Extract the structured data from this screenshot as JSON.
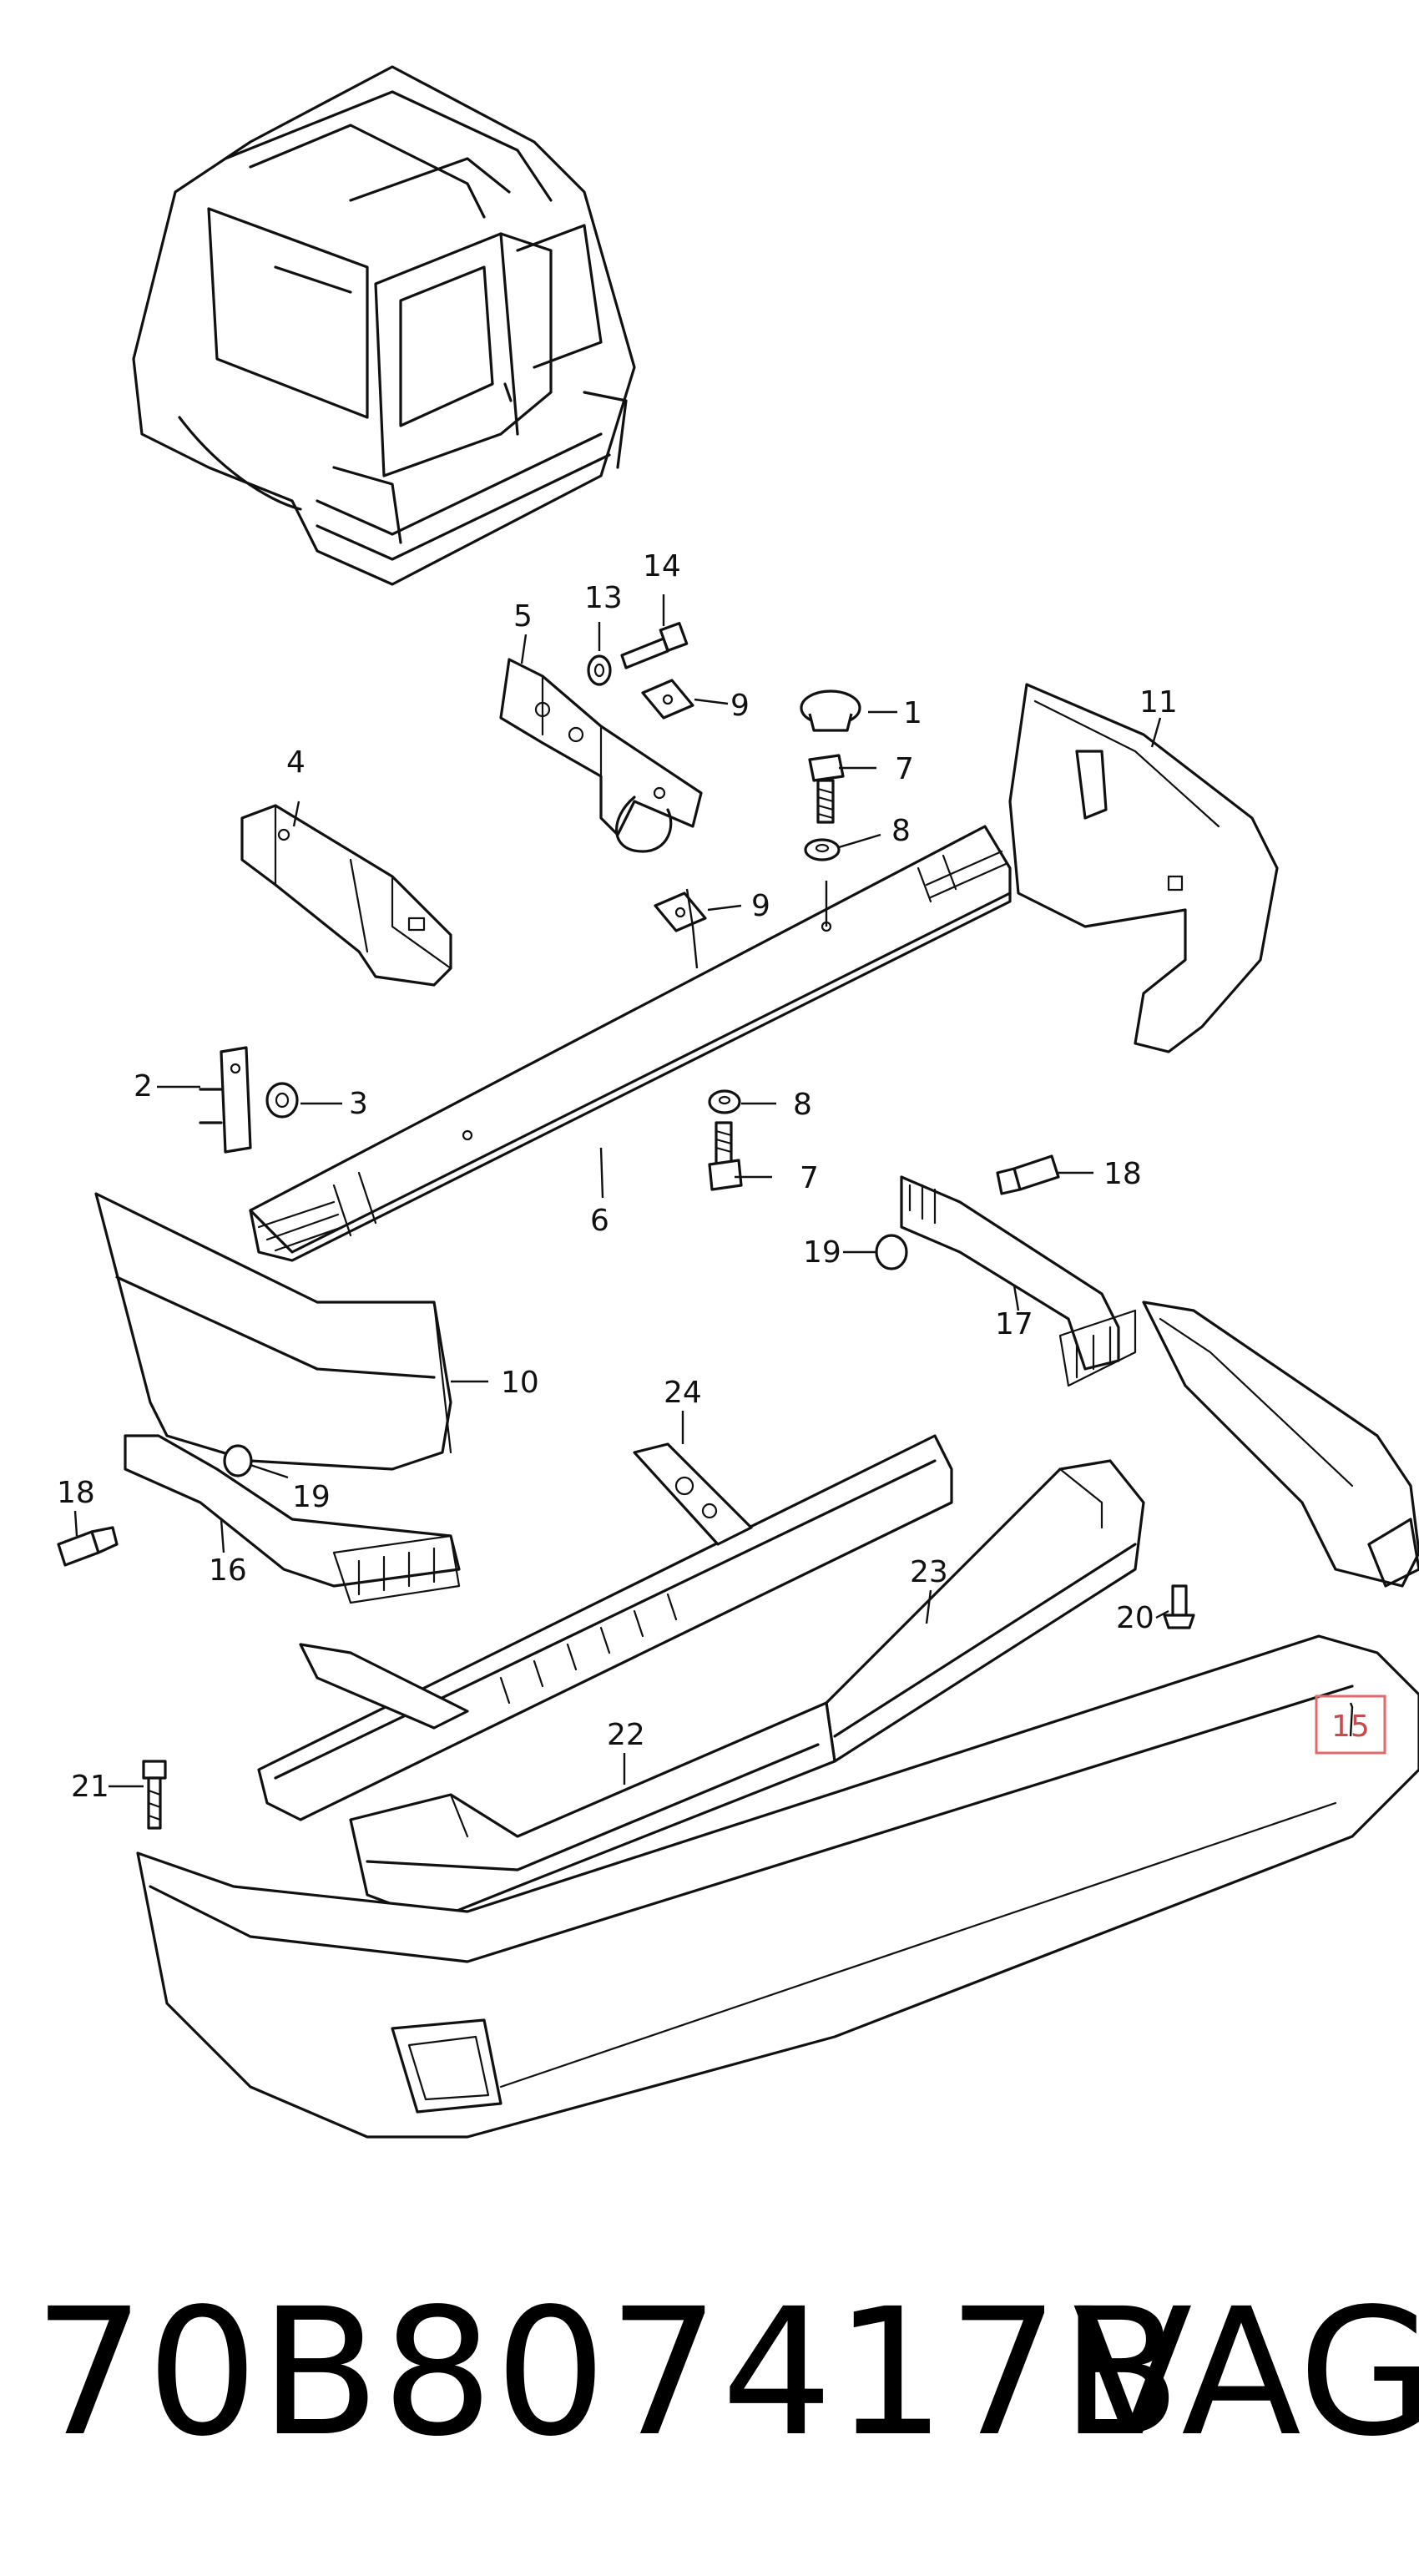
{
  "diagram": {
    "callouts": [
      {
        "id": "1",
        "label": "1"
      },
      {
        "id": "2",
        "label": "2"
      },
      {
        "id": "3",
        "label": "3"
      },
      {
        "id": "4",
        "label": "4"
      },
      {
        "id": "5",
        "label": "5"
      },
      {
        "id": "6",
        "label": "6"
      },
      {
        "id": "7a",
        "label": "7"
      },
      {
        "id": "7b",
        "label": "7"
      },
      {
        "id": "8a",
        "label": "8"
      },
      {
        "id": "8b",
        "label": "8"
      },
      {
        "id": "9a",
        "label": "9"
      },
      {
        "id": "9b",
        "label": "9"
      },
      {
        "id": "10",
        "label": "10"
      },
      {
        "id": "11",
        "label": "11"
      },
      {
        "id": "13",
        "label": "13"
      },
      {
        "id": "14",
        "label": "14"
      },
      {
        "id": "15",
        "label": "15",
        "highlighted": true
      },
      {
        "id": "16",
        "label": "16"
      },
      {
        "id": "17",
        "label": "17"
      },
      {
        "id": "18a",
        "label": "18"
      },
      {
        "id": "18b",
        "label": "18"
      },
      {
        "id": "19a",
        "label": "19"
      },
      {
        "id": "19b",
        "label": "19"
      },
      {
        "id": "20",
        "label": "20"
      },
      {
        "id": "21",
        "label": "21"
      },
      {
        "id": "22",
        "label": "22"
      },
      {
        "id": "23",
        "label": "23"
      },
      {
        "id": "24",
        "label": "24"
      }
    ],
    "highlight_color": "#e06a6a"
  },
  "footer": {
    "part_number": "70B807417B",
    "brand": "VAG"
  }
}
